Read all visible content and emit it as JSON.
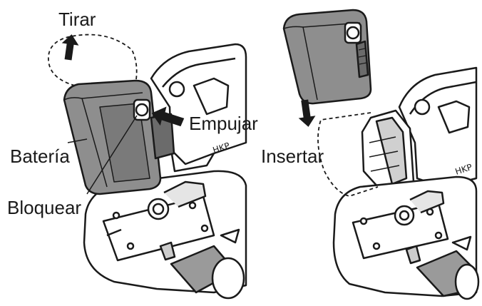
{
  "labels": {
    "tirar": "Tirar",
    "empujar": "Empujar",
    "bateria": "Batería",
    "bloquear": "Bloquear",
    "insertar": "Insertar"
  },
  "colors": {
    "line": "#1a1a1a",
    "battery_fill": "#8e8e8e",
    "battery_dark": "#6b6b6b",
    "tool_fill": "#ffffff",
    "arrow": "#1a1a1a"
  }
}
